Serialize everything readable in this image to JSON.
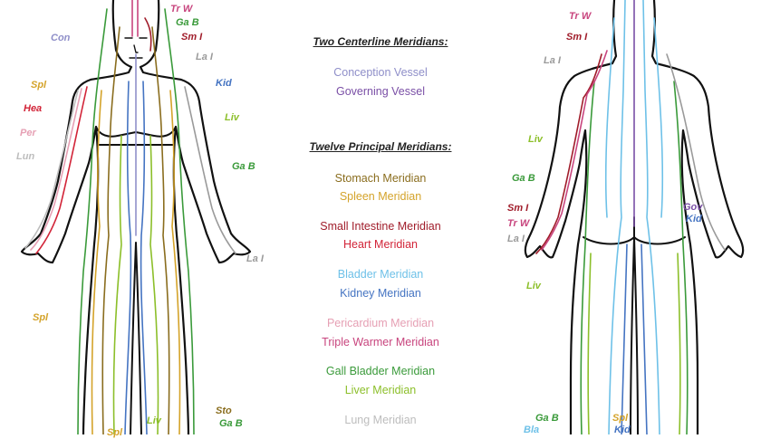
{
  "colors": {
    "conception": "#8f8fc9",
    "governing": "#7a4fa6",
    "stomach": "#8a6d1e",
    "spleen": "#d4a32a",
    "small_intestine": "#a01c2a",
    "heart": "#d22438",
    "bladder": "#6ec1e8",
    "kidney": "#4574c2",
    "pericardium": "#e6a0b4",
    "triple_warmer": "#c8457e",
    "gall_bladder": "#3a9a3a",
    "liver": "#8cbf2a",
    "lung": "#bdbdbd",
    "large_intestine": "#9a9a9a",
    "outline": "#111111"
  },
  "legend": {
    "heading1": "Two Centerline Meridians:",
    "centerline": [
      {
        "label": "Conception Vessel",
        "color": "#8f8fc9"
      },
      {
        "label": "Governing Vessel",
        "color": "#7a4fa6"
      }
    ],
    "heading2": "Twelve Principal Meridians:",
    "principal": [
      {
        "label": "Stomach Meridian",
        "color": "#8a6d1e"
      },
      {
        "label": "Spleen Meridian",
        "color": "#d4a32a"
      },
      {
        "label": "Small Intestine Meridian",
        "color": "#a01c2a"
      },
      {
        "label": "Heart Meridian",
        "color": "#d22438"
      },
      {
        "label": "Bladder Meridian",
        "color": "#6ec1e8"
      },
      {
        "label": "Kidney Meridian",
        "color": "#4574c2"
      },
      {
        "label": "Pericardium Meridian",
        "color": "#e6a0b4"
      },
      {
        "label": "Triple Warmer Meridian",
        "color": "#c8457e"
      },
      {
        "label": "Gall Bladder Meridian",
        "color": "#3a9a3a"
      },
      {
        "label": "Liver Meridian",
        "color": "#8cbf2a"
      },
      {
        "label": "Lung Meridian",
        "color": "#bdbdbd"
      }
    ]
  },
  "front_labels": [
    {
      "text": "Tr W",
      "color": "#c8457e"
    },
    {
      "text": "Ga B",
      "color": "#3a9a3a"
    },
    {
      "text": "Sm I",
      "color": "#a01c2a"
    },
    {
      "text": "Con",
      "color": "#8f8fc9"
    },
    {
      "text": "La I",
      "color": "#9a9a9a"
    },
    {
      "text": "Kid",
      "color": "#4574c2"
    },
    {
      "text": "Spl",
      "color": "#d4a32a"
    },
    {
      "text": "Hea",
      "color": "#d22438"
    },
    {
      "text": "Liv",
      "color": "#8cbf2a"
    },
    {
      "text": "Per",
      "color": "#e6a0b4"
    },
    {
      "text": "Lun",
      "color": "#bdbdbd"
    },
    {
      "text": "Ga B",
      "color": "#3a9a3a"
    },
    {
      "text": "La I",
      "color": "#9a9a9a"
    },
    {
      "text": "Spl",
      "color": "#d4a32a"
    },
    {
      "text": "Sto",
      "color": "#8a6d1e"
    },
    {
      "text": "Ga B",
      "color": "#3a9a3a"
    },
    {
      "text": "Liv",
      "color": "#8cbf2a"
    },
    {
      "text": "Spl",
      "color": "#d4a32a"
    }
  ],
  "back_labels": [
    {
      "text": "Tr W",
      "color": "#c8457e"
    },
    {
      "text": "Sm I",
      "color": "#a01c2a"
    },
    {
      "text": "La I",
      "color": "#9a9a9a"
    },
    {
      "text": "Liv",
      "color": "#8cbf2a"
    },
    {
      "text": "Ga B",
      "color": "#3a9a3a"
    },
    {
      "text": "Sm I",
      "color": "#a01c2a"
    },
    {
      "text": "Gov",
      "color": "#7a4fa6"
    },
    {
      "text": "Tr W",
      "color": "#c8457e"
    },
    {
      "text": "Kid",
      "color": "#4574c2"
    },
    {
      "text": "La I",
      "color": "#9a9a9a"
    },
    {
      "text": "Liv",
      "color": "#8cbf2a"
    },
    {
      "text": "Ga B",
      "color": "#3a9a3a"
    },
    {
      "text": "Spl",
      "color": "#d4a32a"
    },
    {
      "text": "Bla",
      "color": "#6ec1e8"
    },
    {
      "text": "Kid",
      "color": "#4574c2"
    }
  ]
}
